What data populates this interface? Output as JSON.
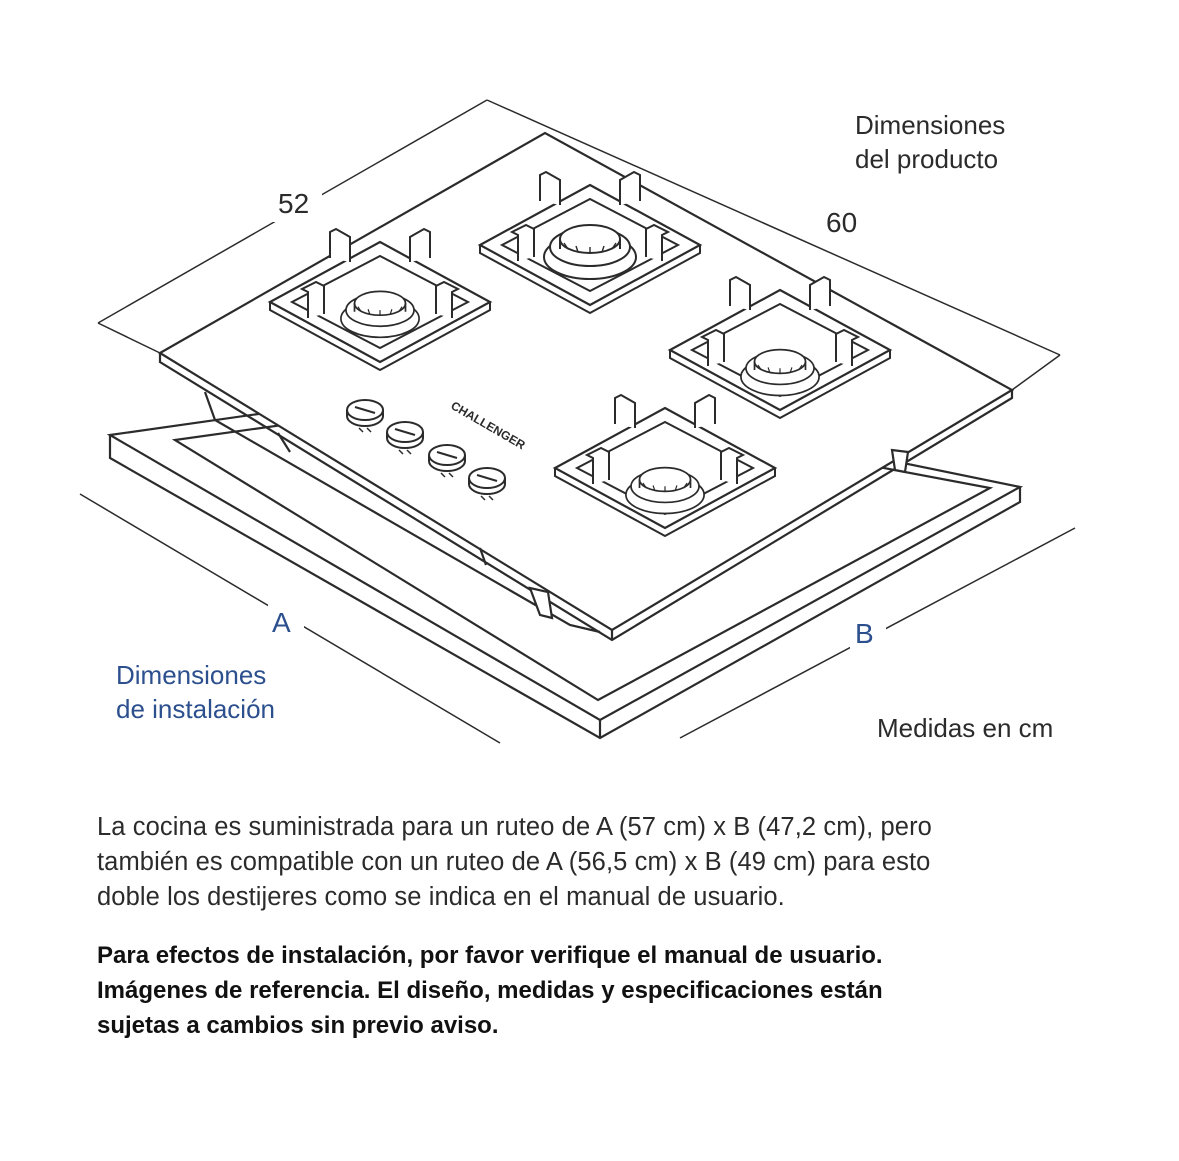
{
  "diagram": {
    "dim_depth": "52",
    "dim_width": "60",
    "product_dims_label": [
      "Dimensiones",
      "del producto"
    ],
    "cutout_a": "A",
    "cutout_b": "B",
    "install_dims_label": [
      "Dimensiones",
      "de instalación"
    ],
    "units_label": "Medidas en cm",
    "brand_logo": "CHALLENGER",
    "colors": {
      "line": "#2b2b2b",
      "install_blue": "#2c4f8e"
    }
  },
  "note_lines": [
    "La cocina es suministrada para un ruteo de A (57 cm) x B (47,2 cm), pero",
    "también es compatible con un ruteo de A (56,5 cm) x B (49 cm) para esto",
    "doble los destijeres como se indica en el manual de usuario."
  ],
  "disclaimer_lines": [
    "Para efectos de instalación, por favor verifique el manual de usuario.",
    "Imágenes de referencia. El diseño, medidas y especificaciones están",
    "sujetas a cambios sin previo aviso."
  ]
}
